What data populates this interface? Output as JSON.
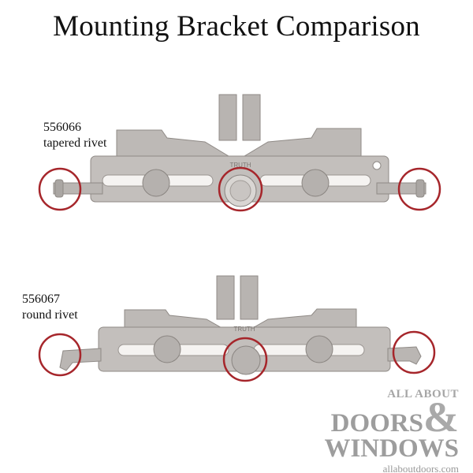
{
  "title": "Mounting Bracket Comparison",
  "items": [
    {
      "part_number": "556066",
      "description": "tapered rivet",
      "stamp": "TRUTH"
    },
    {
      "part_number": "556067",
      "description": "round rivet",
      "stamp": "TRUTH"
    }
  ],
  "watermark": {
    "line1": "ALL ABOUT",
    "line2": "DOORS",
    "ampersand": "&",
    "line3": "WINDOWS",
    "url": "allaboutdoors.com"
  },
  "colors": {
    "bracket_fill": "#bdb9b6",
    "bracket_shadow": "#8f8a86",
    "highlight_circle": "#a6262b"
  }
}
